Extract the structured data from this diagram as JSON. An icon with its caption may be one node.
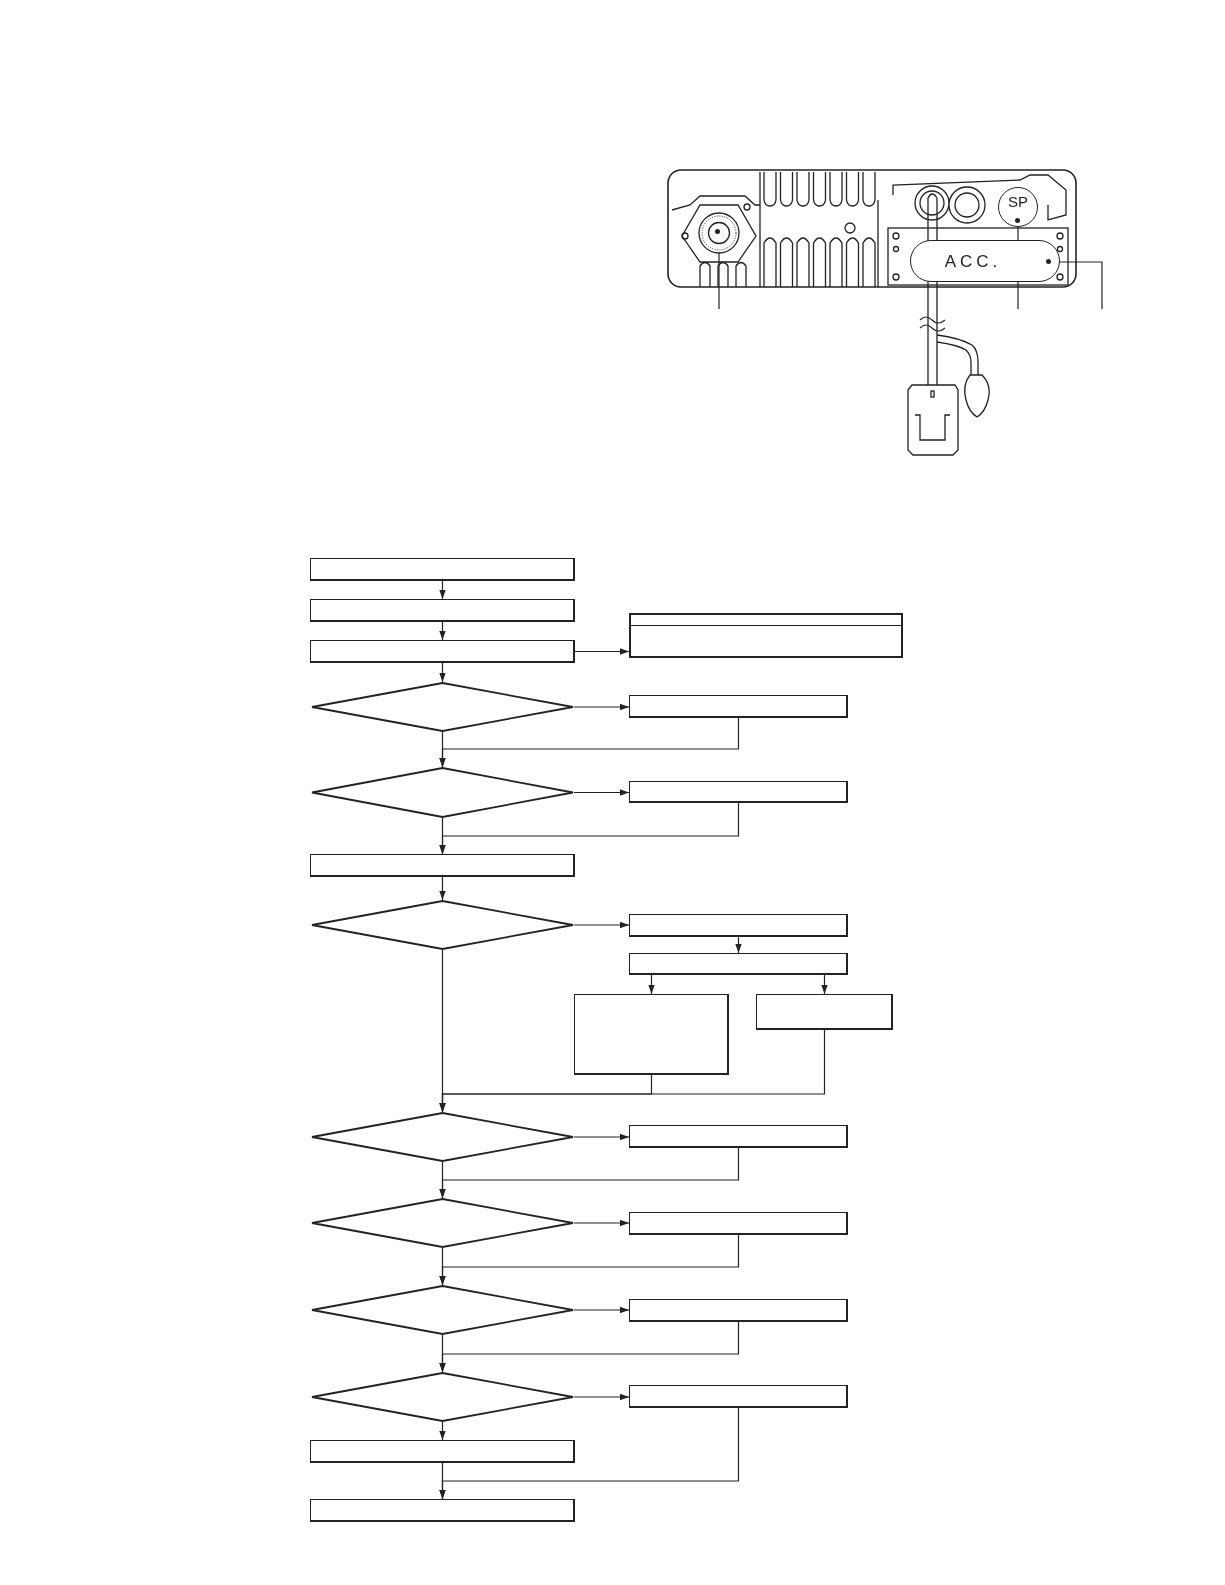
{
  "diagram": {
    "nodes": [
      {
        "text": [],
        "shape": "circle"
      },
      {
        "text": [
          "SP"
        ]
      },
      {
        "text": [
          "ACC."
        ]
      },
      {
        "text": [],
        "shape": "box"
      },
      {
        "text": [],
        "shape": "box"
      },
      {
        "text": [],
        "shape": "box"
      },
      {
        "text": [],
        "shape": "table"
      },
      {
        "text": [],
        "shape": "diamond"
      },
      {
        "text": [],
        "shape": "box"
      },
      {
        "text": [],
        "shape": "diamond"
      },
      {
        "text": [],
        "shape": "box"
      },
      {
        "text": [],
        "shape": "box"
      },
      {
        "text": [],
        "shape": "diamond"
      },
      {
        "text": [],
        "shape": "box"
      },
      {
        "text": [],
        "shape": "box"
      },
      {
        "text": [],
        "shape": "box"
      },
      {
        "text": [],
        "shape": "box"
      },
      {
        "text": [],
        "shape": "diamond"
      },
      {
        "text": [],
        "shape": "box"
      },
      {
        "text": [],
        "shape": "diamond"
      },
      {
        "text": [],
        "shape": "box"
      },
      {
        "text": [],
        "shape": "diamond"
      },
      {
        "text": [],
        "shape": "box"
      },
      {
        "text": [],
        "shape": "diamond"
      },
      {
        "text": [],
        "shape": "box"
      },
      {
        "text": [],
        "shape": "box"
      },
      {
        "text": [],
        "shape": "box"
      }
    ],
    "edges": [
      {
        "from": null,
        "to": 0,
        "arrow": "none"
      },
      {
        "from": null,
        "to": 1,
        "arrow": "none"
      },
      {
        "from": null,
        "to": 2,
        "arrow": "none"
      },
      {
        "from": 3,
        "to": 4,
        "arrow": "to"
      },
      {
        "from": 4,
        "to": 5,
        "arrow": "to"
      },
      {
        "from": 5,
        "to": 6,
        "arrow": "to"
      },
      {
        "from": 5,
        "to": 7,
        "arrow": "to"
      },
      {
        "from": 7,
        "to": 8,
        "arrow": "to"
      },
      {
        "from": 7,
        "to": 9,
        "arrow": "to"
      },
      {
        "from": 8,
        "to": 9,
        "arrow": "to"
      },
      {
        "from": 9,
        "to": 10,
        "arrow": "to"
      },
      {
        "from": 9,
        "to": 11,
        "arrow": "to"
      },
      {
        "from": 10,
        "to": 11,
        "arrow": "to"
      },
      {
        "from": 11,
        "to": 12,
        "arrow": "to"
      },
      {
        "from": 12,
        "to": 13,
        "arrow": "to"
      },
      {
        "from": 13,
        "to": 14,
        "arrow": "to"
      },
      {
        "from": 14,
        "to": 15,
        "arrow": "to"
      },
      {
        "from": 14,
        "to": 16,
        "arrow": "to"
      },
      {
        "from": 12,
        "to": 17,
        "arrow": "to"
      },
      {
        "from": 15,
        "to": 17,
        "arrow": "to"
      },
      {
        "from": 16,
        "to": 17,
        "arrow": "to"
      },
      {
        "from": 17,
        "to": 18,
        "arrow": "to"
      },
      {
        "from": 17,
        "to": 19,
        "arrow": "to"
      },
      {
        "from": 18,
        "to": 19,
        "arrow": "to"
      },
      {
        "from": 19,
        "to": 20,
        "arrow": "to"
      },
      {
        "from": 19,
        "to": 21,
        "arrow": "to"
      },
      {
        "from": 20,
        "to": 21,
        "arrow": "to"
      },
      {
        "from": 21,
        "to": 22,
        "arrow": "to"
      },
      {
        "from": 21,
        "to": 23,
        "arrow": "to"
      },
      {
        "from": 22,
        "to": 23,
        "arrow": "to"
      },
      {
        "from": 23,
        "to": 24,
        "arrow": "to"
      },
      {
        "from": 23,
        "to": 25,
        "arrow": "to"
      },
      {
        "from": 25,
        "to": 26,
        "arrow": "to"
      },
      {
        "from": 24,
        "to": 26,
        "arrow": "to"
      }
    ]
  }
}
